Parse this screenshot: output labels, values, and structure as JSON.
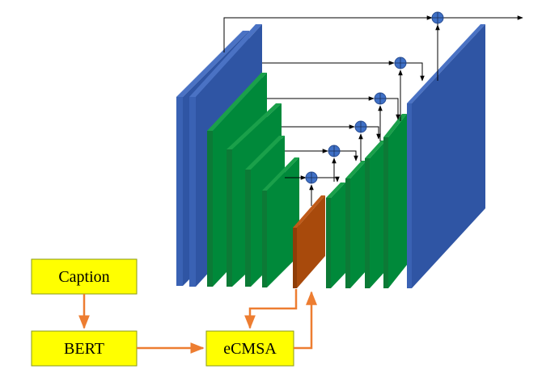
{
  "colors": {
    "blue_face": "#2f55a4",
    "blue_side": "#4a72c4",
    "green_face": "#00893a",
    "green_side": "#1aa04a",
    "brown_face": "#a84a0c",
    "box_fill": "#ffff00",
    "box_border": "#8a9a1a",
    "orange_arrow": "#ed7d31",
    "skip_line": "#000000",
    "merge_node": "#3f70c6"
  },
  "boxes": {
    "caption": "Caption",
    "bert": "BERT",
    "ecmsa": "eCMSA"
  },
  "icons": {
    "merge_node": "plus-circle-icon"
  }
}
